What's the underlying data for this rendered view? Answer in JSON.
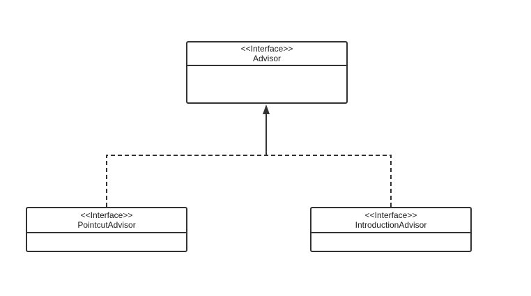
{
  "diagram": {
    "type": "uml-class-diagram",
    "line_color": "#333333",
    "classes": {
      "advisor": {
        "stereotype": "<<Interface>>",
        "name": "Advisor"
      },
      "pointcut_advisor": {
        "stereotype": "<<Interface>>",
        "name": "PointcutAdvisor"
      },
      "introduction_advisor": {
        "stereotype": "<<Interface>>",
        "name": "IntroductionAdvisor"
      }
    },
    "relations": [
      {
        "from": "PointcutAdvisor",
        "to": "Advisor",
        "kind": "realization",
        "style": "dashed-to-solid",
        "arrowhead": "filled-triangle"
      },
      {
        "from": "IntroductionAdvisor",
        "to": "Advisor",
        "kind": "realization",
        "style": "dashed-to-solid",
        "arrowhead": "filled-triangle"
      }
    ]
  }
}
